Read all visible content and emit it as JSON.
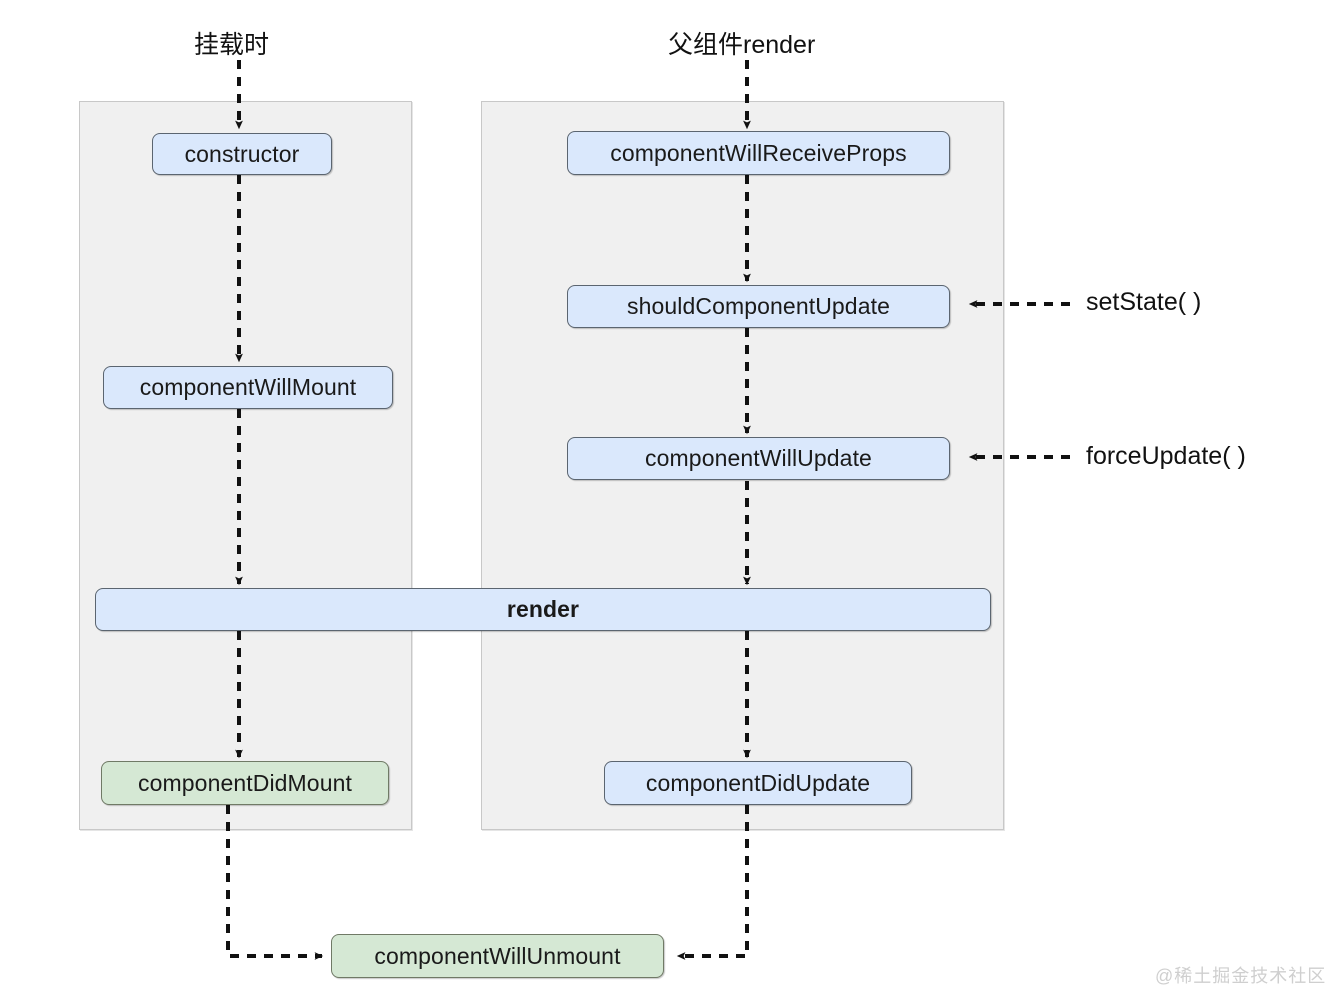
{
  "diagram": {
    "title_left": "挂载时",
    "title_right": "父组件render",
    "watermark": "@稀土掘金技术社区",
    "colors": {
      "blue_fill": "#dae8fc",
      "green_fill": "#d5e8d4",
      "panel_fill": "#f0f0f0",
      "panel_border": "#c8c8c8",
      "node_border": "#54606e",
      "arrow": "#000000",
      "watermark": "#cfcfcf"
    },
    "nodes": {
      "constructor": "constructor",
      "component_will_mount": "componentWillMount",
      "component_did_mount": "componentDidMount",
      "component_will_receive_props": "componentWillReceiveProps",
      "should_component_update": "shouldComponentUpdate",
      "component_will_update": "componentWillUpdate",
      "component_did_update": "componentDidUpdate",
      "render": "render",
      "component_will_unmount": "componentWillUnmount"
    },
    "side_labels": {
      "set_state": "setState( )",
      "force_update": "forceUpdate( )"
    },
    "flow": {
      "mount_sequence": [
        "挂载时",
        "constructor",
        "componentWillMount",
        "render",
        "componentDidMount",
        "componentWillUnmount"
      ],
      "update_sequence": [
        "父组件render",
        "componentWillReceiveProps",
        "shouldComponentUpdate",
        "componentWillUpdate",
        "render",
        "componentDidUpdate",
        "componentWillUnmount"
      ],
      "triggers": [
        {
          "label": "setState( )",
          "target": "shouldComponentUpdate"
        },
        {
          "label": "forceUpdate( )",
          "target": "componentWillUpdate"
        }
      ]
    }
  }
}
